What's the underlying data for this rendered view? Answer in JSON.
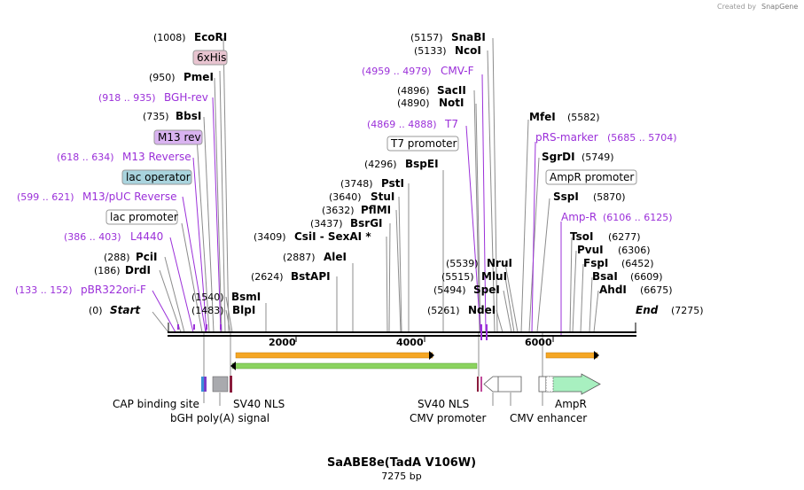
{
  "credit": {
    "prefix": "Created by",
    "brand": "SnapGene"
  },
  "title": "SaABE8e(TadA V106W)",
  "length_label": "7275 bp",
  "map_start": {
    "pos": "(0)",
    "name": "Start"
  },
  "map_end": {
    "name": "End",
    "pos": "(7275)"
  },
  "axis_ticks": [
    "2000",
    "4000",
    "6000"
  ],
  "enzymes": [
    {
      "pos": "(1008)",
      "name": "EcoRI"
    },
    {
      "pos": "(950)",
      "name": "PmeI"
    },
    {
      "pos": "(735)",
      "name": "BbsI"
    },
    {
      "pos": "(288)",
      "name": "PciI"
    },
    {
      "pos": "(186)",
      "name": "DrdI"
    },
    {
      "pos": "(1540)",
      "name": "BsmI"
    },
    {
      "pos": "(1483)",
      "name": "BlpI"
    },
    {
      "pos": "(2624)",
      "name": "BstAPI"
    },
    {
      "pos": "(2887)",
      "name": "AleI"
    },
    {
      "pos": "(3409)",
      "name": "CsiI - SexAI *"
    },
    {
      "pos": "(3437)",
      "name": "BsrGI"
    },
    {
      "pos": "(3632)",
      "name": "PflMI"
    },
    {
      "pos": "(3640)",
      "name": "StuI"
    },
    {
      "pos": "(3748)",
      "name": "PstI"
    },
    {
      "pos": "(4296)",
      "name": "BspEI"
    },
    {
      "pos": "(4890)",
      "name": "NotI"
    },
    {
      "pos": "(4896)",
      "name": "SacII"
    },
    {
      "pos": "(5133)",
      "name": "NcoI"
    },
    {
      "pos": "(5157)",
      "name": "SnaBI"
    },
    {
      "pos": "(5539)",
      "name": "NruI"
    },
    {
      "pos": "(5515)",
      "name": "MluI"
    },
    {
      "pos": "(5494)",
      "name": "SpeI"
    },
    {
      "pos": "(5261)",
      "name": "NdeI"
    },
    {
      "pos": "(5582)",
      "name": "MfeI"
    },
    {
      "pos": "(5749)",
      "name": "SgrDI"
    },
    {
      "pos": "(5870)",
      "name": "SspI"
    },
    {
      "pos": "(6277)",
      "name": "TsoI"
    },
    {
      "pos": "(6306)",
      "name": "PvuI"
    },
    {
      "pos": "(6452)",
      "name": "FspI"
    },
    {
      "pos": "(6609)",
      "name": "BsaI"
    },
    {
      "pos": "(6675)",
      "name": "AhdI"
    }
  ],
  "primers": [
    {
      "pos": "(918 .. 935)",
      "name": "BGH-rev"
    },
    {
      "pos": "(618 .. 634)",
      "name": "M13 Reverse"
    },
    {
      "pos": "(599 .. 621)",
      "name": "M13/pUC Reverse"
    },
    {
      "pos": "(386 .. 403)",
      "name": "L4440"
    },
    {
      "pos": "(133 .. 152)",
      "name": "pBR322ori-F"
    },
    {
      "pos": "(4959 .. 4979)",
      "name": "CMV-F"
    },
    {
      "pos": "(4869 .. 4888)",
      "name": "T7"
    },
    {
      "pos": "(5685 .. 5704)",
      "name": "pRS-marker"
    },
    {
      "pos": "(6106 .. 6125)",
      "name": "Amp-R"
    }
  ],
  "boxed_features": [
    {
      "name": "6xHis",
      "fill": "#e8c4d0"
    },
    {
      "name": "M13 rev",
      "fill": "#d9b3f0"
    },
    {
      "name": "lac operator",
      "fill": "#a9d4de"
    },
    {
      "name": "lac promoter",
      "fill": "#ffffff"
    },
    {
      "name": "T7 promoter",
      "fill": "#ffffff"
    },
    {
      "name": "AmpR promoter",
      "fill": "#ffffff"
    }
  ],
  "feature_labels": [
    "CAP binding site",
    "bGH poly(A) signal",
    "SV40 NLS",
    "SV40 NLS",
    "CMV promoter",
    "CMV enhancer",
    "AmpR"
  ],
  "colors": {
    "enzyme_line": "#8c8c8c",
    "primer": "#9b30d9",
    "orange_feature": "#f5a623",
    "green_feature": "#8bd35f",
    "ampr": "#a8f0c0"
  }
}
